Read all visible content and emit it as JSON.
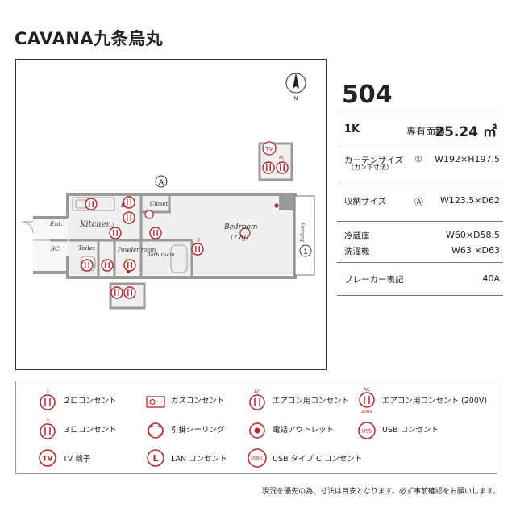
{
  "title": "CAVANA九条烏丸",
  "floorplan": {
    "compass_label": "N",
    "room_labels": {
      "ent": "Ent.",
      "sc": "SC",
      "kitchen": "Kitchen",
      "r": "R",
      "closet": "Closet",
      "toilet": "Toilet",
      "powder": "Powder room",
      "bath": "Bath room",
      "bedroom": "Bedroom",
      "bedroom_size": "(7.8J)",
      "balcony": "Balcony"
    },
    "markers": {
      "a": "A",
      "one": "1"
    },
    "outlet_numbers": {
      "two": "2",
      "three": "3"
    },
    "tv": "TV",
    "ac": "AC"
  },
  "info": {
    "room_number": "504",
    "type": "1K",
    "area_label": "専有面積",
    "area_value": "25.24 ㎡",
    "curtain_label": "カーテンサイズ",
    "curtain_sub": "（カン下寸法）",
    "curtain_marker": "①",
    "curtain_value": "W192×H197.5",
    "storage_label": "収納サイズ",
    "storage_marker": "Ⓐ",
    "storage_value": "W123.5×D62",
    "fridge_label": "冷蔵庫",
    "fridge_value": "W60×D58.5",
    "washer_label": "洗濯機",
    "washer_value": "W63 ×D63",
    "breaker_label": "ブレーカー表記",
    "breaker_value": "40A"
  },
  "legend": {
    "items": [
      {
        "label": "２口コンセント",
        "icon": "outlet-2-icon",
        "num": "2"
      },
      {
        "label": "ガスコンセント",
        "icon": "gas-outlet-icon"
      },
      {
        "label": "エアコン用コンセント",
        "icon": "ac-outlet-icon",
        "num": "AC"
      },
      {
        "label": "エアコン用コンセント (200V)",
        "icon": "ac-200v-outlet-icon",
        "num": "AC",
        "sub": "200V"
      },
      {
        "label": "３口コンセント",
        "icon": "outlet-3-icon",
        "num": "3"
      },
      {
        "label": "引掛シーリング",
        "icon": "ceiling-hook-icon"
      },
      {
        "label": "電話アウトレット",
        "icon": "phone-outlet-icon"
      },
      {
        "label": "USB コンセント",
        "icon": "usb-outlet-icon",
        "glyph": "USB"
      },
      {
        "label": "TV 端子",
        "icon": "tv-terminal-icon",
        "glyph": "TV"
      },
      {
        "label": "LAN コンセント",
        "icon": "lan-outlet-icon",
        "glyph": "L"
      },
      {
        "label": "USB タイプ C コンセント",
        "icon": "usb-c-outlet-icon",
        "glyph": "USB-C"
      }
    ]
  },
  "footnote": "現況を優先の為、寸法は目安となります。必ず事前確認をお願いします。",
  "colors": {
    "accent_red": "#b3262b",
    "wall_gray": "#9a9a9a",
    "room_tint": "#f0f0ef"
  }
}
